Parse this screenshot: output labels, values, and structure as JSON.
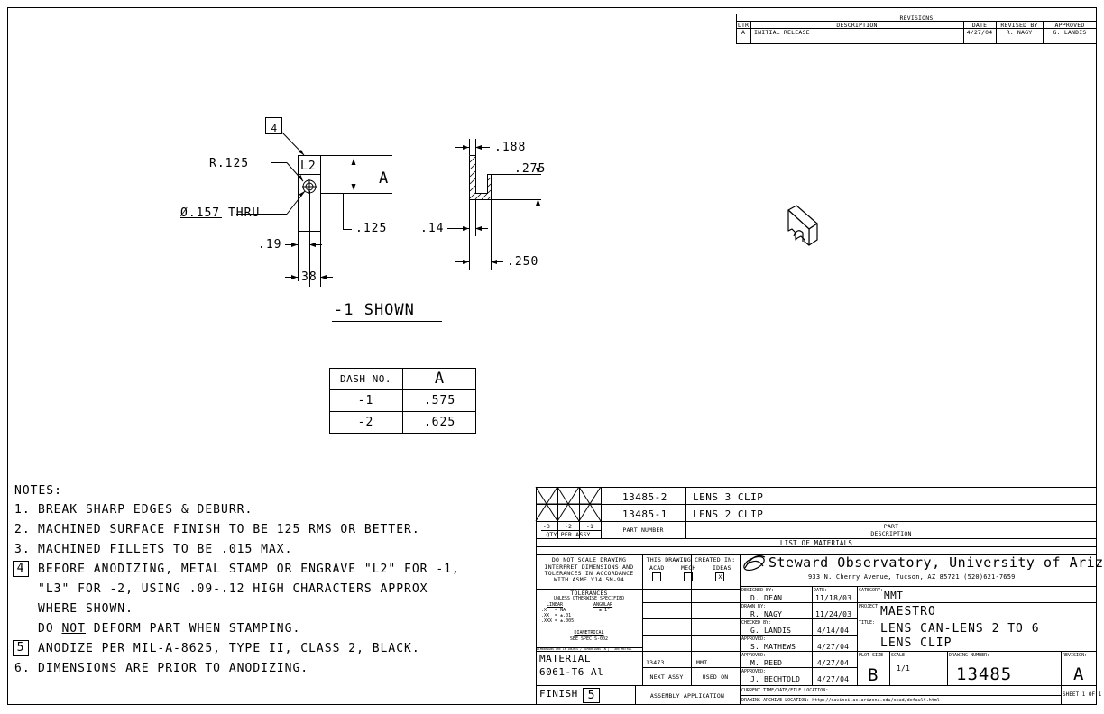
{
  "revisions": {
    "title": "REVISIONS",
    "headers": [
      "LTR",
      "DESCRIPTION",
      "DATE",
      "REVISED BY",
      "APPROVED"
    ],
    "rows": [
      [
        "A",
        "INITIAL RELEASE",
        "4/27/04",
        "R. NAGY",
        "G. LANDIS"
      ]
    ]
  },
  "views": {
    "front": {
      "radius": "R.125",
      "thru_hole": "Ø.157 THRU",
      "stamp_label": "L2",
      "dim_a": "A",
      "dim_125": ".125",
      "dim_19": ".19",
      "dim_38": "38",
      "note_balloon": "4"
    },
    "side": {
      "dim_188": ".188",
      "dim_275": ".275",
      "dim_14": ".14",
      "dim_250": ".250"
    },
    "caption": "-1 SHOWN"
  },
  "dash_table": {
    "headers": [
      "DASH NO.",
      "A"
    ],
    "rows": [
      [
        "-1",
        ".575"
      ],
      [
        "-2",
        ".625"
      ]
    ]
  },
  "notes": {
    "heading": "NOTES:",
    "items": [
      {
        "num": "1.",
        "text": "BREAK SHARP EDGES & DEBURR."
      },
      {
        "num": "2.",
        "text": "MACHINED SURFACE FINISH TO BE 125 RMS OR BETTER."
      },
      {
        "num": "3.",
        "text": "MACHINED FILLETS TO BE .015 MAX."
      },
      {
        "num": "4",
        "text": "BEFORE ANODIZING, METAL STAMP OR ENGRAVE \"L2\" FOR -1,"
      },
      {
        "num": "",
        "text": "\"L3\" FOR -2, USING .09-.12 HIGH CHARACTERS APPROX"
      },
      {
        "num": "",
        "text": "WHERE SHOWN."
      },
      {
        "num": "",
        "text_pre": "DO ",
        "text_u": "NOT",
        "text_post": " DEFORM PART WHEN STAMPING."
      },
      {
        "num": "5",
        "text": "ANODIZE PER MIL-A-8625, TYPE II, CLASS 2, BLACK."
      },
      {
        "num": "6.",
        "text": "DIMENSIONS ARE PRIOR TO ANODIZING."
      }
    ]
  },
  "parts_list": {
    "rows": [
      {
        "part": "13485-2",
        "desc": "LENS 3 CLIP"
      },
      {
        "part": "13485-1",
        "desc": "LENS 2 CLIP"
      }
    ],
    "dash_cols": [
      "-3",
      "-2",
      "-1"
    ],
    "qty_label": "QTY PER ASSY",
    "part_number_label": "PART NUMBER",
    "part_desc_label1": "PART",
    "part_desc_label2": "DESCRIPTION",
    "list_title": "LIST OF MATERIALS"
  },
  "title_block": {
    "no_scale": "DO NOT SCALE DRAWING",
    "interpret1": "INTERPRET DIMENSIONS AND",
    "interpret2": "TOLERANCES IN ACCORDANCE",
    "interpret3": "WITH ASME Y14.5M-94",
    "tol_title": "TOLERANCES",
    "tol_sub": "UNLESS OTHERWISE SPECIFIED",
    "linear": "LINEAR",
    "angular": "ANGULAR",
    "tol_x": ".X   = NA",
    "tol_xx": ".XX  = ±.01",
    "tol_xxx": ".XXX = ±.005",
    "tol_ang": "± 1°",
    "diametrical": "DIAMETRICAL",
    "see_spec": "SEE SPEC S-002",
    "dims_inches": "DIMENSIONS ARE IN INCHES / DIMENSIONS IN [ ] ARE METRIC",
    "created_in": "THIS DRAWING CREATED IN:",
    "acad": "ACAD",
    "mech": "MECH",
    "ideas": "IDEAS",
    "ideas_mark": "X",
    "material_label": "MATERIAL",
    "material": "6061-T6 Al",
    "next_assy_num": "13473",
    "used_on_val": "MMT",
    "next_assy": "NEXT ASSY",
    "used_on": "USED ON",
    "finish_label": "FINISH",
    "finish_balloon": "5",
    "assembly_app": "ASSEMBLY APPLICATION",
    "org": "Steward Observatory, University of Arizona",
    "address": "933 N. Cherry Avenue, Tucson, AZ  85721   (520)621-7659",
    "designed_by_label": "DESIGNED BY:",
    "designed_by": "D. DEAN",
    "designed_date": "11/18/03",
    "date_label": "DATE:",
    "drawn_by_label": "DRAWN BY:",
    "drawn_by": "R. NAGY",
    "drawn_date": "11/24/03",
    "checked_by_label": "CHECKED BY:",
    "checked_by": "G. LANDIS",
    "checked_date": "4/14/04",
    "approved_label": "APPROVED:",
    "approved1": "S. MATHEWS",
    "approved1_date": "4/27/04",
    "approved2": "M. REED",
    "approved2_date": "4/27/04",
    "approved3": "J. BECHTOLD",
    "approved3_date": "4/27/04",
    "category_label": "CATEGORY:",
    "category": "MMT",
    "project_label": "PROJECT:",
    "project": "MAESTRO",
    "title_label": "TITLE:",
    "title1": "LENS CAN-LENS 2 TO 6",
    "title2": "LENS CLIP",
    "plot_size_label": "PLOT SIZE",
    "plot_size": "B",
    "scale_label": "SCALE:",
    "scale": "1/1",
    "drawing_number_label": "DRAWING NUMBER:",
    "drawing_number": "13485",
    "revision_label": "REVISION:",
    "revision": "A",
    "current_time": "CURRENT TIME/DATE/FILE LOCATION:",
    "archive": "DRAWING ARCHIVE LOCATION: http://davinci.as.arizona.edu/ocad/default.html",
    "sheet": "SHEET 1 OF 1"
  }
}
